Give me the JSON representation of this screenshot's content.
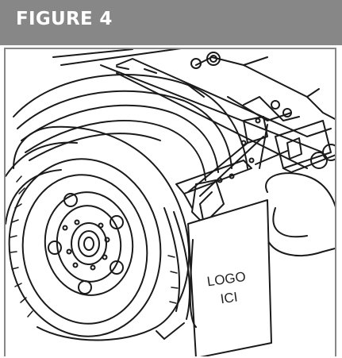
{
  "header": {
    "title": "FIGURE 4"
  },
  "mudflap": {
    "line1": "LOGO",
    "line2": "ICI"
  },
  "colors": {
    "header_bg": "#878787",
    "header_text": "#ffffff",
    "line": "#1a1a1a"
  }
}
